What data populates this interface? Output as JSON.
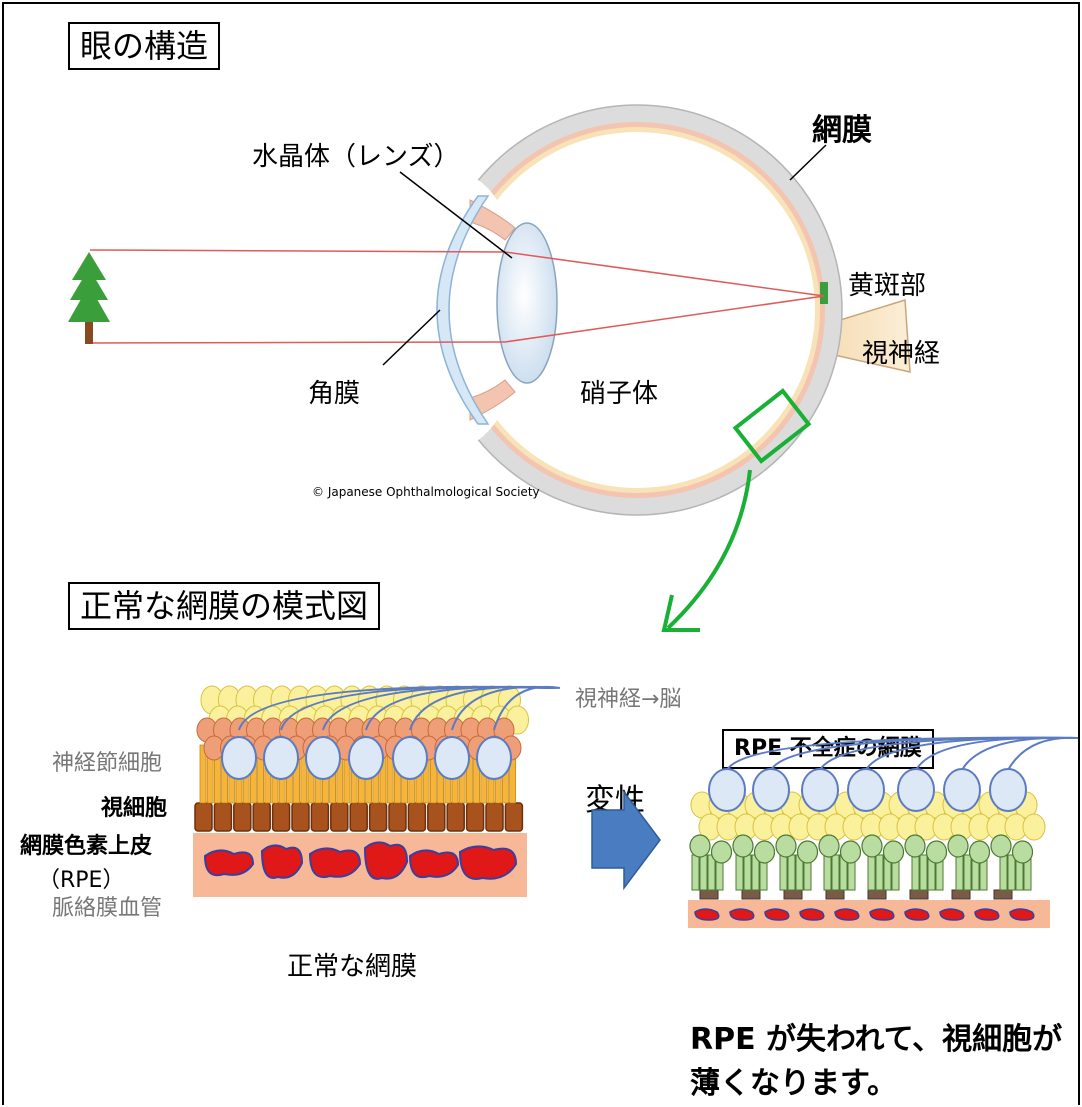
{
  "titles": {
    "eye_structure": "眼の構造",
    "normal_retina_diagram": "正常な網膜の模式図",
    "rpe_deficiency_retina": "RPE 不全症の網膜"
  },
  "eye_labels": {
    "lens": "水晶体（レンズ）",
    "retina": "網膜",
    "macula": "黄斑部",
    "optic_nerve": "視神経",
    "cornea": "角膜",
    "vitreous": "硝子体",
    "copyright": "© Japanese Ophthalmological Society"
  },
  "layer_labels": {
    "optic_nerve_brain": "視神経→脳",
    "ganglion_cells": "神経節細胞",
    "photoreceptors": "視細胞",
    "rpe_line1": "網膜色素上皮",
    "rpe_line2": "（RPE）",
    "choroid_vessels": "脈絡膜血管"
  },
  "captions": {
    "normal_retina": "正常な網膜",
    "degeneration": "変性",
    "rpe_caption": "RPE が失われて、視細胞が薄くなります。"
  },
  "colors": {
    "nerve_fiber": "#5b7bc4",
    "ganglion_fill": "#dce8f6",
    "bipolar_fill": "#fbf19c",
    "photoreceptor_nucleus": "#ef9f77",
    "rod_fill": "#f5b43c",
    "rpe_fill": "#a8521e",
    "choroid_bg": "#f7b898",
    "vessel_red": "#e01818",
    "vessel_outline": "#3b3f9e",
    "arrow_blue": "#4a7cc2",
    "zoom_green": "#19b036",
    "degenerated_cell": "#b9dca0",
    "tree_green": "#3a9e3a"
  }
}
